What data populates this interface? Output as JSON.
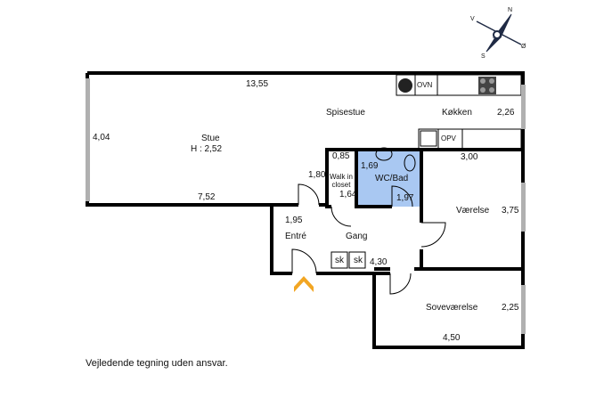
{
  "compass": {
    "n": "N",
    "v": "V",
    "s": "S",
    "o": "Ø"
  },
  "rooms": {
    "stue": {
      "name": "Stue",
      "height": "H : 2,52",
      "top": "13,55",
      "left": "4,04",
      "bottom": "7,52"
    },
    "spisestue": {
      "name": "Spisestue"
    },
    "kokken": {
      "name": "Køkken",
      "dim": "2,26",
      "oven": "OVN",
      "dishwasher": "OPV"
    },
    "closet": {
      "name": "Walk in\ncloset",
      "top": "0,85",
      "side": "1,64"
    },
    "wc": {
      "name": "WC/Bad",
      "left": "1,69",
      "right": "1,97"
    },
    "entre": {
      "name": "Entré",
      "dim_a": "1,80",
      "dim_b": "1,95"
    },
    "gang": {
      "name": "Gang",
      "dim": "4,30",
      "cabinet1": "sk",
      "cabinet2": "sk"
    },
    "vaerelse": {
      "name": "Værelse",
      "top": "3,00",
      "side": "3,75"
    },
    "sovevaerelse": {
      "name": "Soveværelse",
      "side": "2,25",
      "bottom": "4,50"
    }
  },
  "colors": {
    "wall": "#000000",
    "wc_fill": "#a9c8f2",
    "window": "#b0b0b0",
    "entrance_arrow": "#f2a623",
    "compass": "#1f2a44"
  },
  "disclaimer": "Vejledende tegning uden ansvar."
}
